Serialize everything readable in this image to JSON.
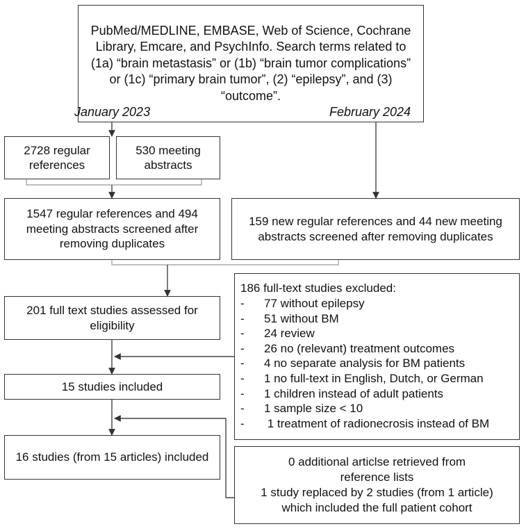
{
  "search": {
    "text": "PubMed/MEDLINE, EMBASE, Web of Science, Cochrane Library, Emcare, and PsychInfo. Search terms related to (1a) “brain metastasis” or (1b) “brain tumor complications” or (1c) “primary brain tumor”, (2) “epilepsy”, and (3) “outcome”."
  },
  "dates": {
    "first": "January 2023",
    "second": "February 2024"
  },
  "identified": {
    "regular": "2728 regular references",
    "meeting": "530 meeting abstracts"
  },
  "screened_first": "1547 regular references and 494 meeting abstracts screened after removing duplicates",
  "screened_second": "159 new regular references and 44 new meeting abstracts screened after removing duplicates",
  "assessed": "201 full text studies assessed for eligibility",
  "excluded": {
    "title": "186 full-text studies excluded:",
    "items": [
      "77 without epilepsy",
      "51 without BM",
      "24 review",
      "26 no (relevant) treatment outcomes",
      "4 no separate analysis for BM patients",
      "1 no full-text in English, Dutch, or German",
      "1 children instead of adult patients",
      "1 sample size < 10",
      " 1 treatment of radionecrosis instead of BM"
    ],
    "dash": "-"
  },
  "included": "15 studies included",
  "final": "16 studies (from 15 articles) included",
  "additional": {
    "line1": "0 additional articlse retrieved from reference lists",
    "line2": "1 study replaced by 2 studies (from 1 article) which included the full patient cohort"
  }
}
